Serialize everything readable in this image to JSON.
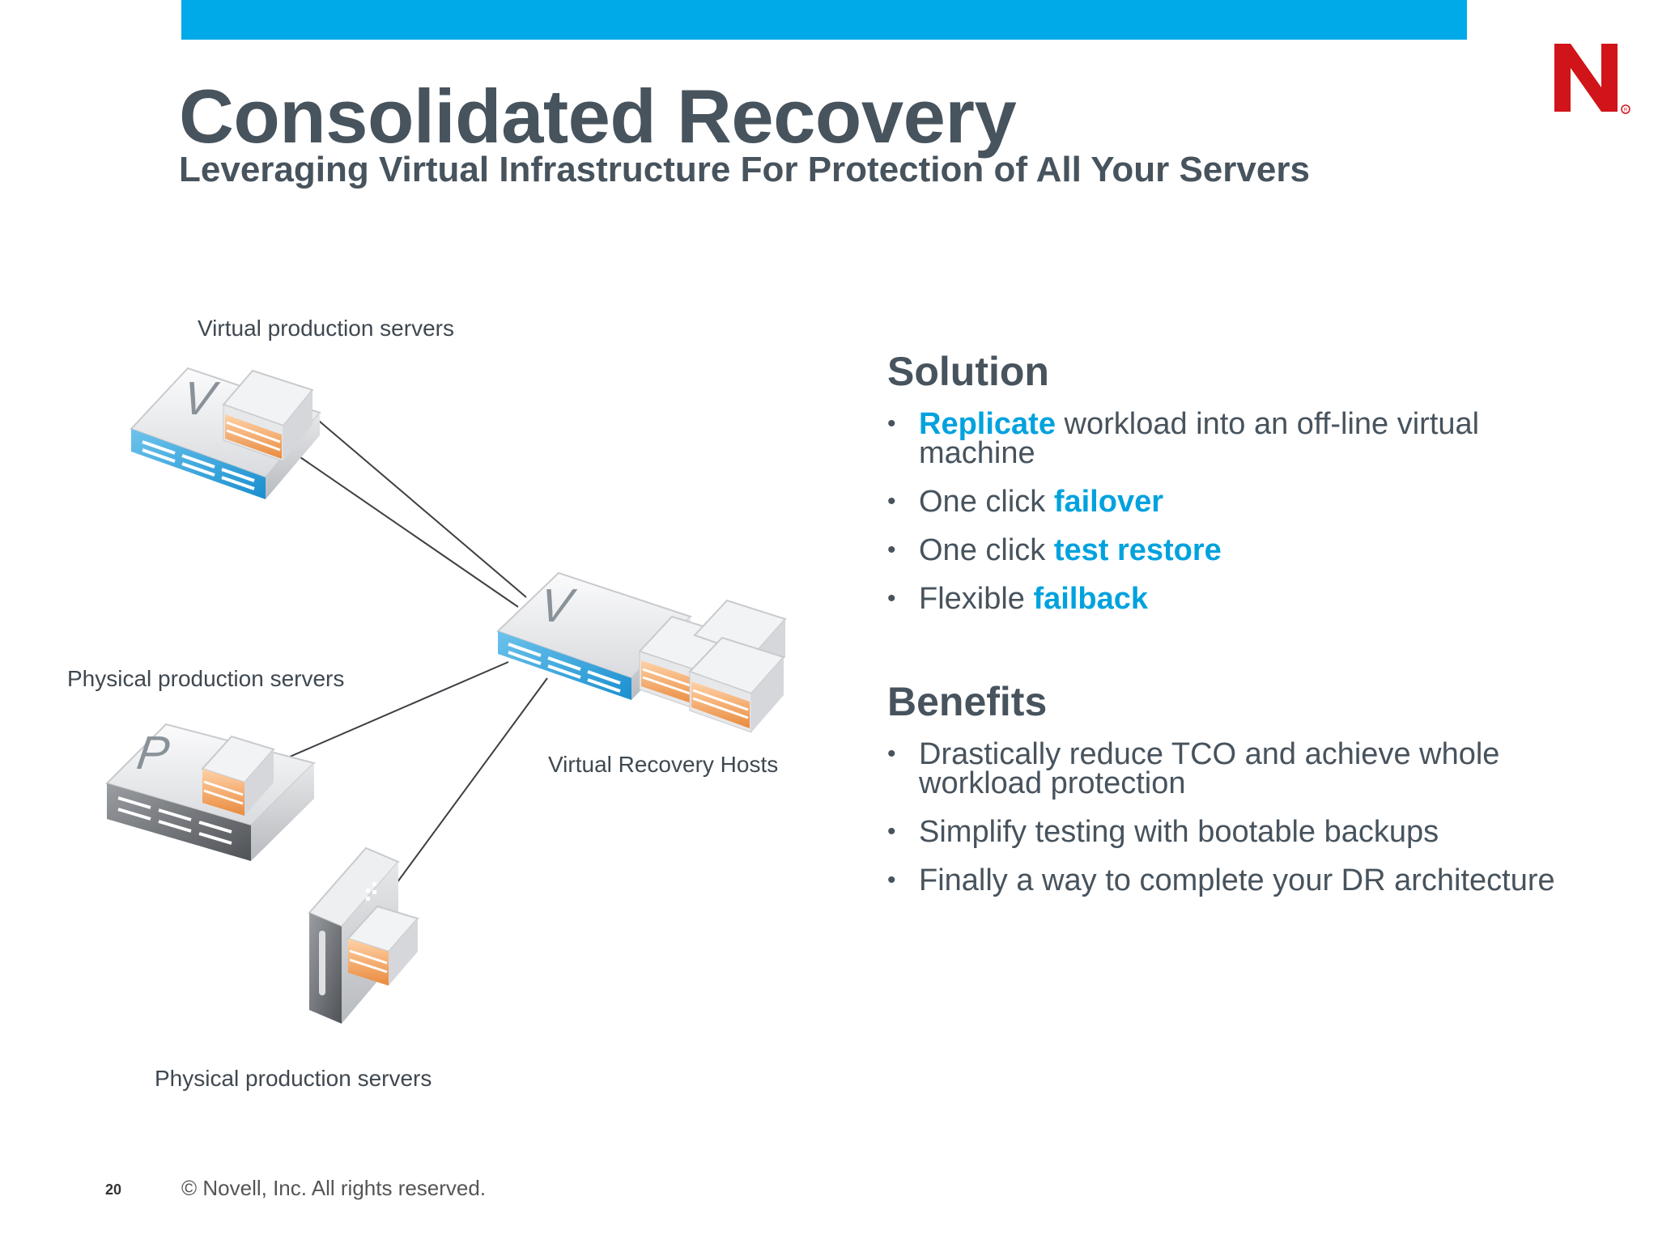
{
  "slide": {
    "title": "Consolidated Recovery",
    "subtitle": "Leveraging Virtual Infrastructure For Protection of All Your Servers",
    "logo_letter": "N",
    "page_number": "20",
    "copyright": "© Novell, Inc.  All rights reserved.",
    "colors": {
      "accent_bar": "#00a9e8",
      "highlight": "#00a2de",
      "logo": "#d0141a",
      "text": "#47535d"
    }
  },
  "diagram": {
    "labels": {
      "virtual_production": "Virtual production servers",
      "physical_production_1": "Physical production servers",
      "virtual_recovery": "Virtual Recovery Hosts",
      "physical_production_2": "Physical production servers"
    },
    "icons": {
      "virtual_server_badge": "V",
      "physical_server_badge": "P"
    }
  },
  "solution": {
    "heading": "Solution",
    "items": [
      {
        "highlight": "Replicate",
        "after": " workload into an off-line virtual machine"
      },
      {
        "before": "One click ",
        "highlight": "failover"
      },
      {
        "before": "One click ",
        "highlight": "test restore"
      },
      {
        "before": "Flexible ",
        "highlight": "failback"
      }
    ]
  },
  "benefits": {
    "heading": "Benefits",
    "items": [
      "Drastically reduce TCO and achieve whole workload protection",
      "Simplify testing with bootable backups",
      "Finally a way to complete your DR architecture"
    ]
  }
}
